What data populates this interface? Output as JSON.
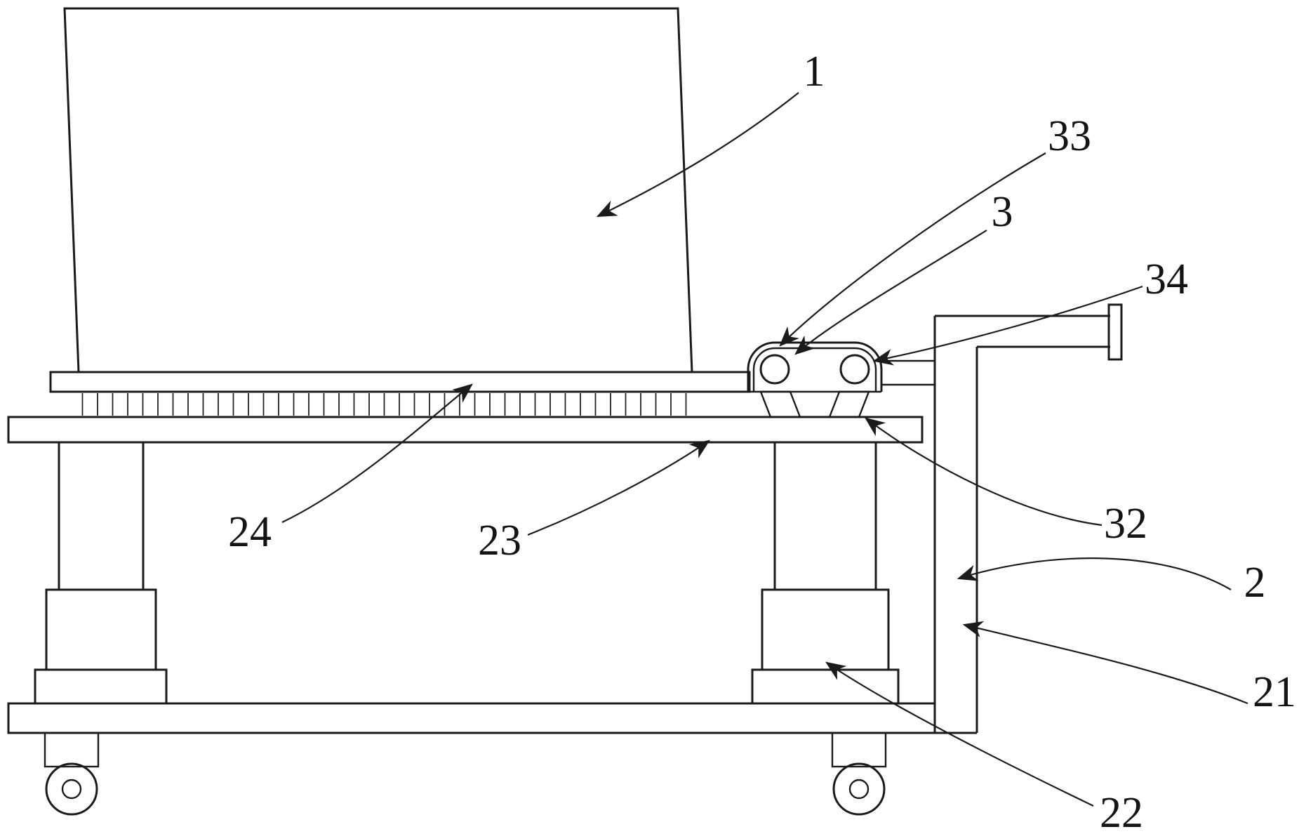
{
  "diagram": {
    "background": "#ffffff",
    "ink": "#1b1b1b",
    "labels": [
      {
        "ref": "1"
      },
      {
        "ref": "33"
      },
      {
        "ref": "3"
      },
      {
        "ref": "34"
      },
      {
        "ref": "32"
      },
      {
        "ref": "2"
      },
      {
        "ref": "21"
      },
      {
        "ref": "22"
      },
      {
        "ref": "23"
      },
      {
        "ref": "24"
      }
    ]
  }
}
